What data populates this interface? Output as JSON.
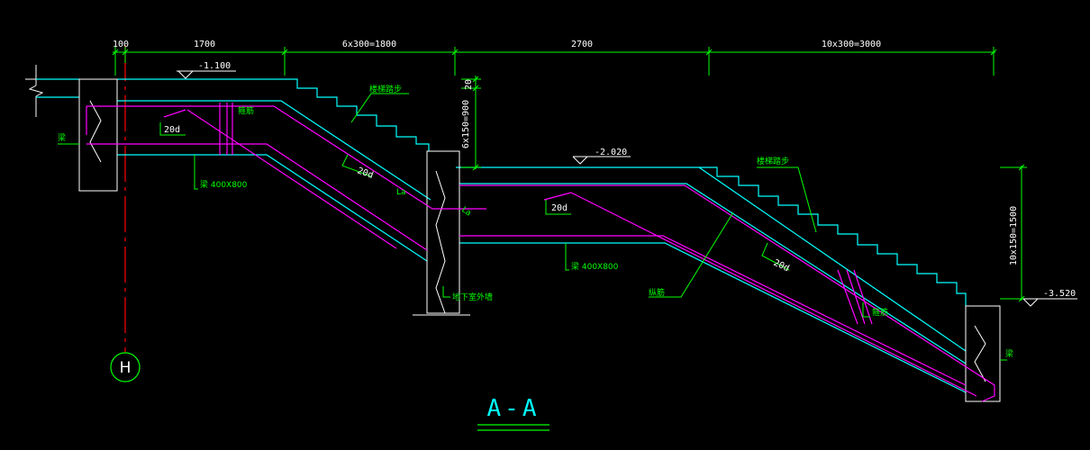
{
  "section_title": "A-A",
  "axis_label": "H",
  "dimensions_top": {
    "d1": "100",
    "d2": "1700",
    "d3": "6x300=1800",
    "d4": "2700",
    "d5": "10x300=3000"
  },
  "dimensions_vertical": {
    "v1": "20",
    "v2": "6x150=900",
    "v3": "10x150=1500"
  },
  "elevations": {
    "e1": "-1.100",
    "e2": "-2.020",
    "e3": "-3.520"
  },
  "labels": {
    "stair_step_1": "楼梯踏步",
    "stair_step_2": "楼梯踏步",
    "rebar_tag_1": "箍筋",
    "rebar_tag_2": "箍筋",
    "beam_left": "梁",
    "beam_right": "梁",
    "beam_size_1": "梁 400X800",
    "beam_size_2": "梁 400X800",
    "rebar_20d_1": "20d",
    "rebar_20d_2": "20d",
    "rebar_20d_3": "20d",
    "rebar_20d_4": "20d",
    "la_1": "La",
    "la_2": "La",
    "lower_wall": "地下室外墙",
    "long_rebar": "纵筋"
  },
  "colors": {
    "background": "#000000",
    "outline": "#00ffff",
    "rebar": "#ff00ff",
    "dimension": "#00ff00",
    "axis": "#ff0000",
    "text": "#ffffff"
  }
}
